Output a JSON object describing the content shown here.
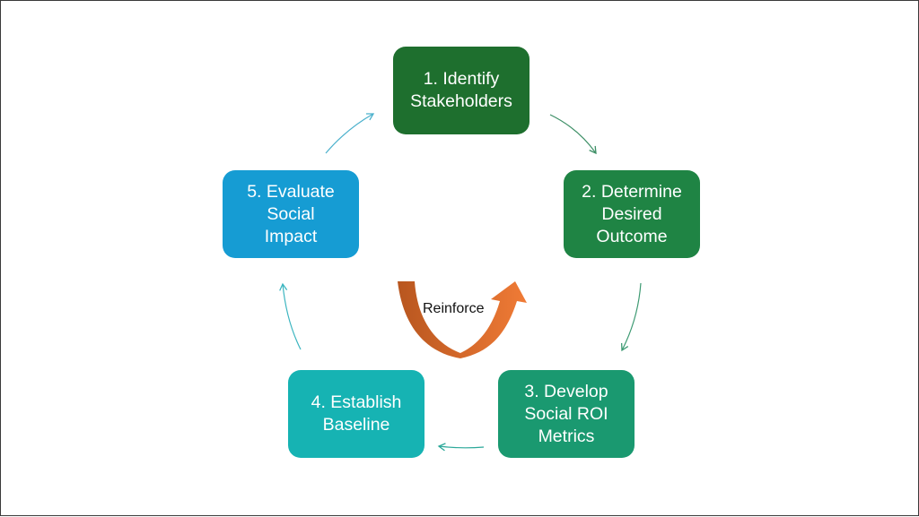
{
  "diagram": {
    "type": "cycle",
    "steps": [
      {
        "id": 1,
        "label": "1. Identify\nStakeholders",
        "color": "#1e6f2e"
      },
      {
        "id": 2,
        "label": "2. Determine\nDesired\nOutcome",
        "color": "#1f8444"
      },
      {
        "id": 3,
        "label": "3. Develop\nSocial ROI\nMetrics",
        "color": "#1a9970"
      },
      {
        "id": 4,
        "label": "4. Establish\nBaseline",
        "color": "#16b3b3"
      },
      {
        "id": 5,
        "label": "5. Evaluate\nSocial\nImpact",
        "color": "#169cd3"
      }
    ],
    "connections": [
      {
        "from": 1,
        "to": 2,
        "color": "#3d8f66"
      },
      {
        "from": 2,
        "to": 3,
        "color": "#3d9a72"
      },
      {
        "from": 3,
        "to": 4,
        "color": "#2aa899"
      },
      {
        "from": 4,
        "to": 5,
        "color": "#3bb5c0"
      },
      {
        "from": 5,
        "to": 1,
        "color": "#4ab0cc"
      }
    ],
    "center": {
      "label": "Reinforce",
      "arrow_icon": "u-turn-arrow-icon",
      "gradient_from": "#b8561f",
      "gradient_to": "#f07b36"
    }
  }
}
